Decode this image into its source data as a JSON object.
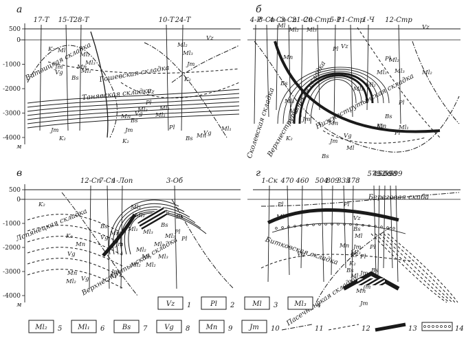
{
  "panels": [
    {
      "letter": "а",
      "wells": [
        "17-Т",
        "15-Т",
        "28-Т",
        "10-Т",
        "24-Т"
      ],
      "depth_ticks": [
        "500",
        "0",
        "-1000",
        "-2000",
        "-3000",
        "-4000"
      ],
      "unit": "м",
      "folds": [
        "Витвицкая складка",
        "Гошевская складка",
        "Танявская складка"
      ],
      "formations": [
        "Ml",
        "Ml₂",
        "Ml₃",
        "Ml₁",
        "Vg",
        "Jm",
        "Mn",
        "Bs",
        "K₂",
        "Vz",
        "Pl",
        "Ml₁",
        "Ml₃",
        "Ml₂",
        "Mn",
        "Bs",
        "Vg",
        "Jm",
        "K₂",
        "Jm",
        "K₂",
        "Mn",
        "Vg",
        "Bs",
        "Ml₁",
        "Pl",
        "Ml₂",
        "Ml₃",
        "Jm",
        "K₂",
        "Vz"
      ]
    },
    {
      "letter": "б",
      "wells": [
        "4-Р",
        "8-Сп",
        "4-Сп",
        "3-Сп",
        "21-Сп",
        "20-Стр",
        "5-Р",
        "11-Стр",
        "1-Ч",
        "12-Стр"
      ],
      "depth_ticks": [],
      "unit": "",
      "folds": [
        "Сколевская складка",
        "Верхнеструтынская складка",
        "Нижнеструтынская складка"
      ],
      "formations": [
        "Ml",
        "Ml₂",
        "Ml₃",
        "Mn",
        "Vz",
        "Pl",
        "Ml₂",
        "Vz",
        "Ml₃",
        "Pl",
        "Ml₂",
        "Bs",
        "Ml₁",
        "Vg",
        "Jm",
        "Mn",
        "K₂",
        "Ml₁",
        "Ml₂",
        "Ml₃",
        "Pl",
        "Ml",
        "Bs",
        "K₂",
        "Jm",
        "Mn",
        "Bs",
        "Vg",
        "Pl",
        "Ml₁"
      ]
    },
    {
      "letter": "в",
      "wells": [
        "12-Сп",
        "7-Сп",
        "1-Лоп",
        "3-Об"
      ],
      "depth_ticks": [
        "500",
        "0",
        "-1000",
        "-2000",
        "-3000",
        "-4000"
      ],
      "unit": "м",
      "folds": [
        "Лопянецкая складка",
        "Верхнеструтынская складка"
      ],
      "formations": [
        "K₂",
        "Ml₃",
        "Ml₂",
        "Ml₁",
        "Bs",
        "Vg",
        "Mn",
        "Jm",
        "K₂",
        "Ml₂",
        "Ml₁",
        "Ml₃",
        "Bs",
        "Mn",
        "Vg",
        "Ml₁",
        "Ml₂",
        "Ml₃",
        "Ml₂",
        "Mn",
        "Vg",
        "Jm",
        "K₂",
        "Bs",
        "Pl",
        "Pl",
        "Ml₃",
        "Ml₁",
        "Ml₂"
      ]
    },
    {
      "letter": "г",
      "wells": [
        "1-Ск",
        "470",
        "460",
        "504",
        "809",
        "335",
        "478",
        "579",
        "506",
        "599",
        "452",
        "598"
      ],
      "depth_ticks": [],
      "unit": "",
      "folds": [
        "Береговая скиба",
        "Битковская складка",
        "Пасечнянская складка"
      ],
      "formations": [
        "Pl",
        "Ml",
        "Vz",
        "Pl",
        "Ml",
        "Vg",
        "Mn",
        "Jm",
        "K₂",
        "Bs",
        "K₂",
        "Bs",
        "Ml",
        "Pl",
        "Jm",
        "Mn",
        "Jm",
        "Mn",
        "Jm",
        "Bs",
        "Pl",
        "Ml₃"
      ]
    }
  ],
  "legend": [
    {
      "label": "Vz",
      "num": "1"
    },
    {
      "label": "Pl",
      "num": "2"
    },
    {
      "label": "Ml",
      "num": "3"
    },
    {
      "label": "Ml₃",
      "num": "4"
    },
    {
      "label": "Ml₂",
      "num": "5"
    },
    {
      "label": "Ml₁",
      "num": "6"
    },
    {
      "label": "Bs",
      "num": "7"
    },
    {
      "label": "Vg",
      "num": "8"
    },
    {
      "label": "Mn",
      "num": "9"
    },
    {
      "label": "Jm",
      "num": "10"
    },
    {
      "symbol": "dash-dot-line",
      "num": "11"
    },
    {
      "symbol": "dashed-line",
      "num": "12"
    },
    {
      "symbol": "thick-black-bar",
      "num": "13"
    },
    {
      "symbol": "dotted-band",
      "num": "14"
    }
  ],
  "colors": {
    "ink": "#1a1a1a",
    "paper": "#ffffff"
  }
}
